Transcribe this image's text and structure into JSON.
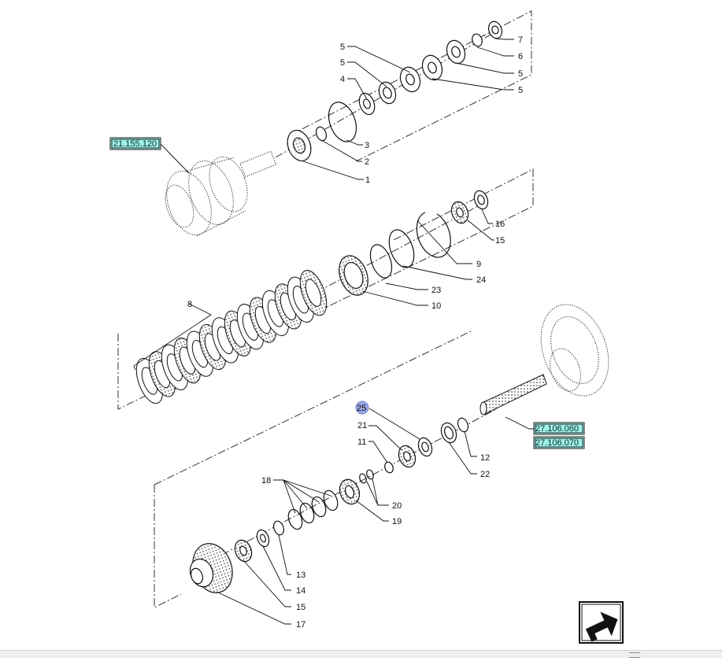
{
  "refs": {
    "r1": "21.155.120",
    "r2": "27.106.060",
    "r3": "27.106.070"
  },
  "badge": "25",
  "callouts": {
    "c1": "1",
    "c2": "2",
    "c3": "3",
    "c4": "4",
    "c5a": "5",
    "c5b": "5",
    "c5c": "5",
    "c5d": "5",
    "c6": "6",
    "c7": "7",
    "c8": "8",
    "c9": "9",
    "c10": "10",
    "c11": "11",
    "c12": "12",
    "c13": "13",
    "c14": "14",
    "c15a": "15",
    "c15b": "15",
    "c16": "16",
    "c17": "17",
    "c18": "18",
    "c19": "19",
    "c20": "20",
    "c21": "21",
    "c22": "22",
    "c23": "23",
    "c24": "24"
  },
  "colors": {
    "ref_fill": "#9ef0e8",
    "badge_fill": "#9aa6e6",
    "line": "#111111"
  },
  "icons": {
    "nav": "arrow-icon"
  }
}
